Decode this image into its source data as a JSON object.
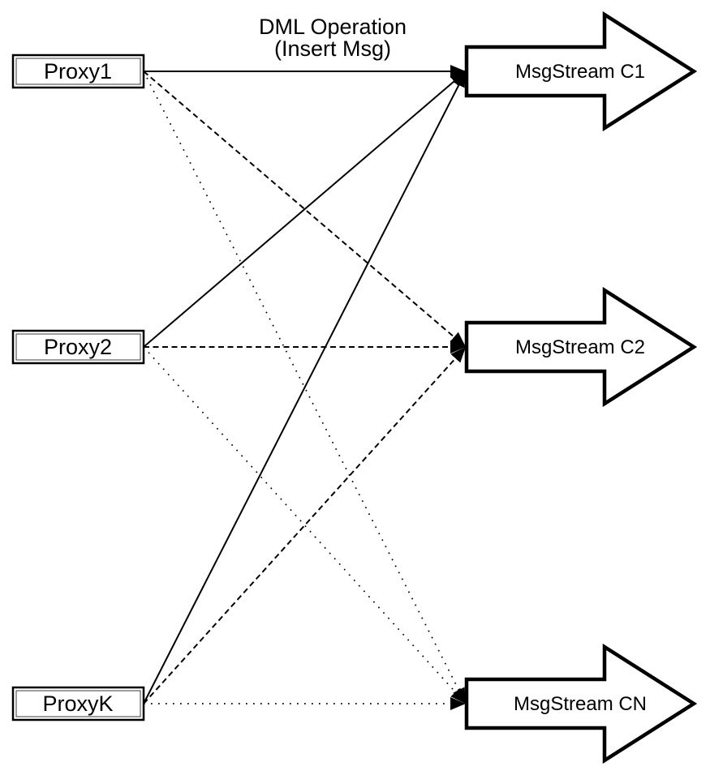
{
  "diagram": {
    "title": {
      "line1": "DML Operation",
      "line2": "(Insert Msg)"
    },
    "proxies": [
      {
        "id": "proxy1",
        "label": "Proxy1"
      },
      {
        "id": "proxy2",
        "label": "Proxy2"
      },
      {
        "id": "proxyk",
        "label": "ProxyK"
      }
    ],
    "streams": [
      {
        "id": "c1",
        "label": "MsgStream C1",
        "incoming_line_style": "solid"
      },
      {
        "id": "c2",
        "label": "MsgStream C2",
        "incoming_line_style": "dashed"
      },
      {
        "id": "cn",
        "label": "MsgStream CN",
        "incoming_line_style": "dotted"
      }
    ],
    "edges": [
      {
        "from": "Proxy1",
        "to": "MsgStream C1",
        "style": "solid"
      },
      {
        "from": "Proxy2",
        "to": "MsgStream C1",
        "style": "solid"
      },
      {
        "from": "ProxyK",
        "to": "MsgStream C1",
        "style": "solid"
      },
      {
        "from": "Proxy1",
        "to": "MsgStream C2",
        "style": "dashed"
      },
      {
        "from": "Proxy2",
        "to": "MsgStream C2",
        "style": "dashed"
      },
      {
        "from": "ProxyK",
        "to": "MsgStream C2",
        "style": "dashed"
      },
      {
        "from": "Proxy1",
        "to": "MsgStream CN",
        "style": "dotted"
      },
      {
        "from": "Proxy2",
        "to": "MsgStream CN",
        "style": "dotted"
      },
      {
        "from": "ProxyK",
        "to": "MsgStream CN",
        "style": "dotted"
      }
    ],
    "colors": {
      "line": "#000000",
      "shape_fill": "#ffffff",
      "shape_stroke": "#000000",
      "inner_border": "#3c3c3c",
      "background": "#ffffff"
    }
  }
}
